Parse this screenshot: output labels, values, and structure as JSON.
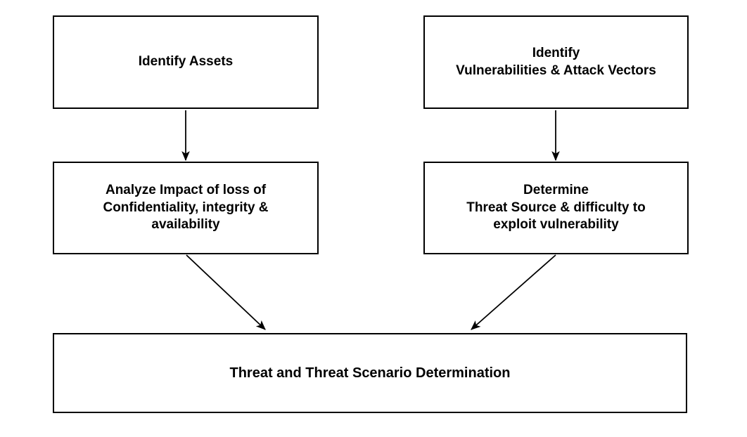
{
  "colors": {
    "background": "#ffffff",
    "box_fill": "#ffffff",
    "box_border": "#000000",
    "text": "#000000",
    "arrow": "#000000"
  },
  "nodes": [
    {
      "id": "identify-assets",
      "text": "Identify Assets"
    },
    {
      "id": "identify-vulnerabilities",
      "text": "Identify\nVulnerabilities & Attack Vectors"
    },
    {
      "id": "analyze-impact",
      "text": "Analyze Impact of loss of\nConfidentiality, integrity &\navailability"
    },
    {
      "id": "determine-threat-source",
      "text": "Determine\nThreat Source & difficulty to\nexploit vulnerability"
    },
    {
      "id": "threat-determination",
      "text": "Threat and Threat Scenario Determination"
    }
  ],
  "connections": [
    {
      "from": "identify-assets",
      "to": "analyze-impact"
    },
    {
      "from": "identify-vulnerabilities",
      "to": "determine-threat-source"
    },
    {
      "from": "analyze-impact",
      "to": "threat-determination"
    },
    {
      "from": "determine-threat-source",
      "to": "threat-determination"
    }
  ]
}
